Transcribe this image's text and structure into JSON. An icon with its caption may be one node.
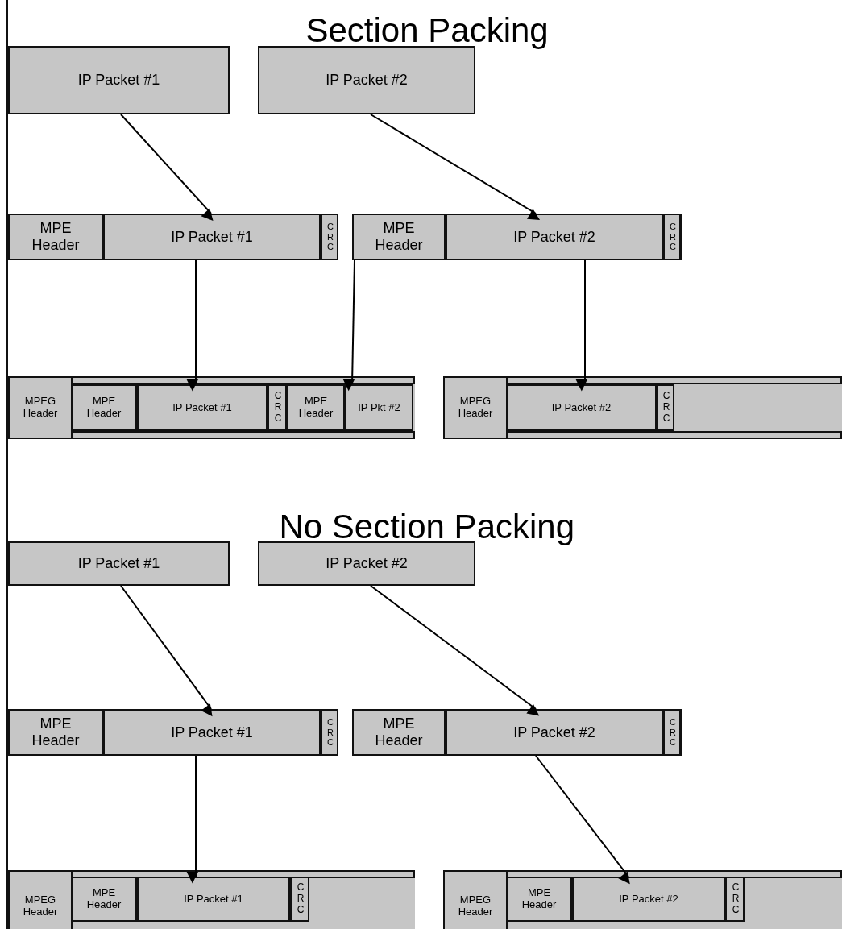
{
  "diagram": {
    "nodes": [
      {
        "text": [
          "IP Packet #1"
        ]
      },
      {
        "text": [
          "IP Packet #2"
        ]
      },
      {
        "text": [],
        "shape": "box"
      },
      {
        "text": [
          "MPE Header"
        ],
        "in": 2
      },
      {
        "text": [
          "IP Packet #1"
        ],
        "in": 2
      },
      {
        "text": [
          "C R C"
        ],
        "in": 2
      },
      {
        "text": [],
        "shape": "box"
      },
      {
        "text": [
          "MPE Header"
        ],
        "in": 6
      },
      {
        "text": [
          "IP Packet #2"
        ],
        "in": 6
      },
      {
        "text": [
          "C R C"
        ],
        "in": 6
      },
      {
        "text": [],
        "shape": "box"
      },
      {
        "text": [
          "MPEG Header"
        ],
        "in": 10
      },
      {
        "text": [
          "MPE Header"
        ],
        "in": 10
      },
      {
        "text": [
          "IP Packet #1"
        ],
        "in": 10
      },
      {
        "text": [
          "C R C"
        ],
        "in": 10
      },
      {
        "text": [
          "MPE Header"
        ],
        "in": 10
      },
      {
        "text": [
          "IP Pkt #2"
        ],
        "in": 10
      },
      {
        "text": [],
        "shape": "box"
      },
      {
        "text": [
          "MPEG Header"
        ],
        "in": 17
      },
      {
        "text": [
          "IP Packet #2"
        ],
        "in": 17
      },
      {
        "text": [
          "C R C"
        ],
        "in": 17
      },
      {
        "text": [
          "IP Packet #1"
        ]
      },
      {
        "text": [
          "IP Packet #2"
        ]
      },
      {
        "text": [],
        "shape": "box"
      },
      {
        "text": [
          "MPE Header"
        ],
        "in": 23
      },
      {
        "text": [
          "IP Packet #1"
        ],
        "in": 23
      },
      {
        "text": [
          "C R C"
        ],
        "in": 23
      },
      {
        "text": [],
        "shape": "box"
      },
      {
        "text": [
          "MPE Header"
        ],
        "in": 27
      },
      {
        "text": [
          "IP Packet #2"
        ],
        "in": 27
      },
      {
        "text": [
          "C R C"
        ],
        "in": 27
      },
      {
        "text": [],
        "shape": "box"
      },
      {
        "text": [
          "MPEG Header"
        ],
        "in": 31
      },
      {
        "text": [
          "MPE Header"
        ],
        "in": 31
      },
      {
        "text": [
          "IP Packet #1"
        ],
        "in": 31
      },
      {
        "text": [
          "C R C"
        ],
        "in": 31
      },
      {
        "text": [],
        "shape": "box"
      },
      {
        "text": [
          "MPEG Header"
        ],
        "in": 36
      },
      {
        "text": [
          "MPE Header"
        ],
        "in": 36
      },
      {
        "text": [
          "IP Packet #2"
        ],
        "in": 36
      },
      {
        "text": [
          "C R C"
        ],
        "in": 36
      }
    ],
    "edges": [
      {
        "from": 0,
        "to": 4,
        "arrow": "to"
      },
      {
        "from": 1,
        "to": 8,
        "arrow": "to"
      },
      {
        "from": 4,
        "to": 13,
        "arrow": "to"
      },
      {
        "from": 7,
        "to": 16,
        "arrow": "to"
      },
      {
        "from": 8,
        "to": 19,
        "arrow": "to"
      },
      {
        "from": 21,
        "to": 25,
        "arrow": "to"
      },
      {
        "from": 22,
        "to": 29,
        "arrow": "to"
      },
      {
        "from": 25,
        "to": 34,
        "arrow": "to"
      },
      {
        "from": 29,
        "to": 39,
        "arrow": "to"
      }
    ],
    "labels": [
      "Section Packing",
      "No Section Packing"
    ]
  }
}
